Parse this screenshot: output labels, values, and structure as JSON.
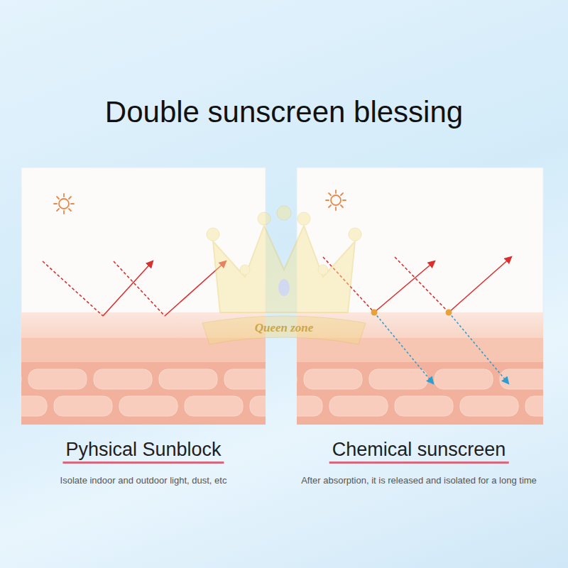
{
  "diagram": {
    "title": "Double sunscreen blessing",
    "labels": [
      "Pyhsical Sunblock",
      "Isolate indoor and outdoor light, dust, etc",
      "Chemical sunscreen",
      "After absorption, it is released and isolated for a long time",
      "Queen zone"
    ]
  }
}
